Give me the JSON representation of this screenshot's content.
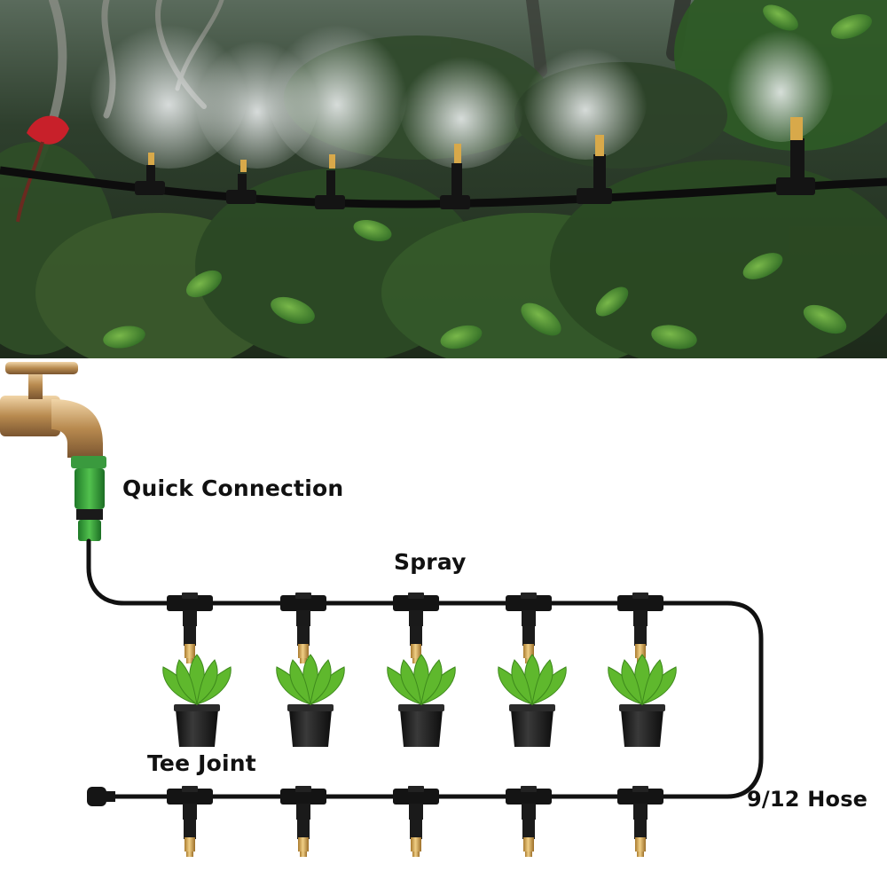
{
  "labels": {
    "quick_connection": "Quick Connection",
    "spray": "Spray",
    "tee_joint": "Tee Joint",
    "hose": "9/12 Hose"
  },
  "colors": {
    "hose": "#111111",
    "brass": "#c99a48",
    "connector_green": "#2f9a3a",
    "pot": "#222222",
    "foliage": "#5fb82d",
    "garden_dark": "#2a3a26",
    "mist": "#e8ecef"
  },
  "icons": {
    "faucet": "brass-faucet-icon",
    "quick_connector": "green-quick-connector-icon",
    "tee_joint": "tee-joint-icon",
    "nozzle": "brass-spray-nozzle-icon",
    "plant": "potted-plant-icon",
    "end_plug": "end-plug-icon"
  }
}
